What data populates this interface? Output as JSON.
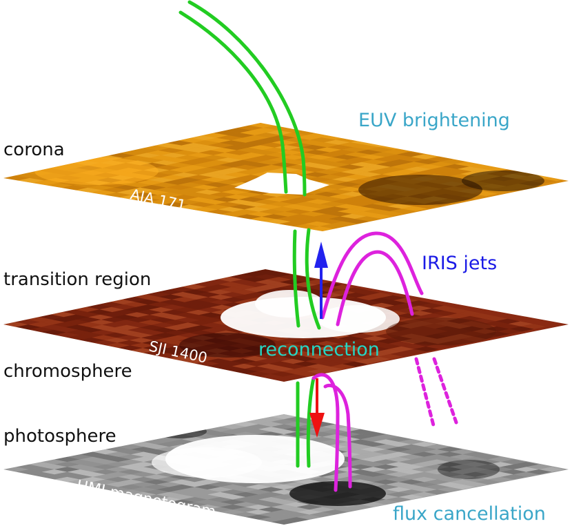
{
  "layers": [
    {
      "name": "corona",
      "instrument": "AIA 171"
    },
    {
      "name": "transition region",
      "instrument": "SJI 1400"
    },
    {
      "name": "chromosphere",
      "instrument": ""
    },
    {
      "name": "photosphere",
      "instrument": "HMI magnetogram"
    }
  ],
  "annotations": {
    "euv": "EUV brightening",
    "jets": "IRIS jets",
    "reconnection": "reconnection",
    "flux": "flux cancellation"
  },
  "colors": {
    "field_line": "#22cc22",
    "loop": "#dd22dd",
    "arrow_up": "#2222ee",
    "arrow_down": "#ee1111",
    "euv_text": "#3aa6c8",
    "jets_text": "#1a1ae6",
    "reconnection_text": "#26d6c4",
    "flux_text": "#3aa6c8",
    "corona_map": "#f0a010",
    "tr_map": "#6a1a0a",
    "photo_map": "#8a8a8a"
  },
  "icons": [
    "upflow-arrow-icon",
    "downflow-arrow-icon"
  ]
}
